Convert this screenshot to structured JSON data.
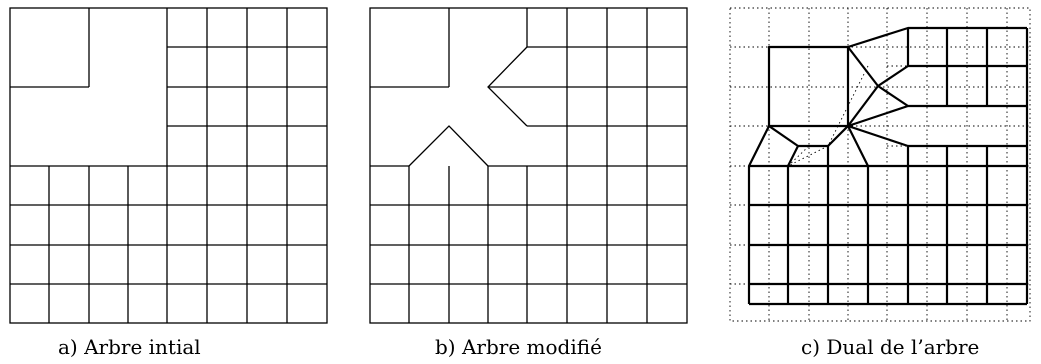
{
  "figure": {
    "panels": [
      {
        "id": "a",
        "caption": "a) Arbre intial"
      },
      {
        "id": "b",
        "caption": "b) Arbre modifié"
      },
      {
        "id": "c",
        "caption": "c) Dual de l’arbre"
      }
    ]
  }
}
